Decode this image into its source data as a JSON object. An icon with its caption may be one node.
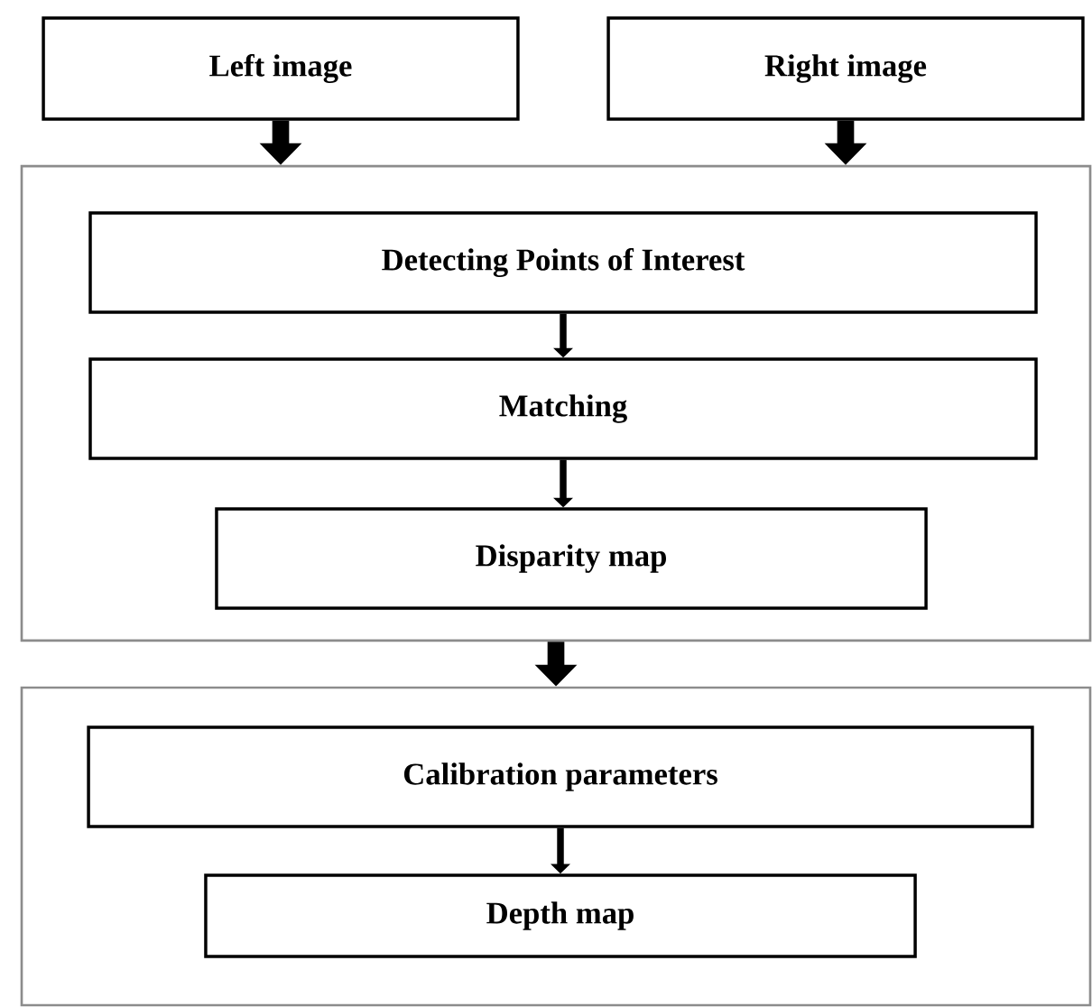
{
  "diagram": {
    "nodes": [
      {
        "text": [
          "Left image"
        ]
      },
      {
        "text": [
          "Right image"
        ]
      },
      {
        "text": [],
        "shape": "box"
      },
      {
        "text": [
          "Detecting Points of Interest"
        ],
        "in": 2
      },
      {
        "text": [
          "Matching"
        ],
        "in": 2
      },
      {
        "text": [
          "Disparity map"
        ],
        "in": 2
      },
      {
        "text": [],
        "shape": "box"
      },
      {
        "text": [
          "Calibration parameters"
        ],
        "in": 6
      },
      {
        "text": [
          "Depth map"
        ],
        "in": 6
      }
    ],
    "edges": [
      {
        "from": 0,
        "to": 2,
        "arrow": "to",
        "style": "thick"
      },
      {
        "from": 1,
        "to": 2,
        "arrow": "to",
        "style": "thick"
      },
      {
        "from": 3,
        "to": 4,
        "arrow": "to"
      },
      {
        "from": 4,
        "to": 5,
        "arrow": "to"
      },
      {
        "from": 2,
        "to": 6,
        "arrow": "to",
        "style": "thick"
      },
      {
        "from": 7,
        "to": 8,
        "arrow": "to"
      }
    ]
  }
}
